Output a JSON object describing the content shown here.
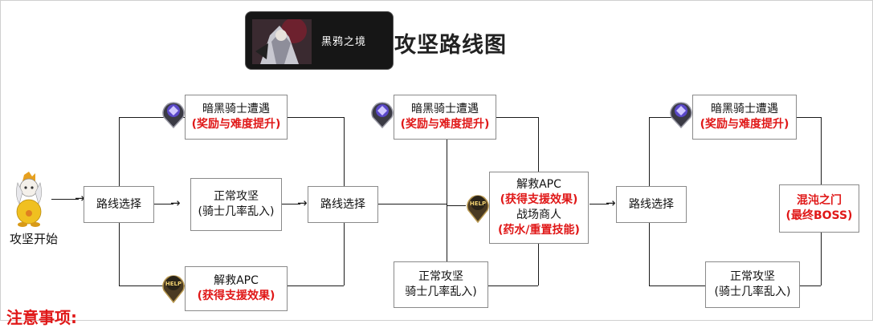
{
  "header": {
    "banner_name": "黑鸦之境",
    "title": "攻坚路线图"
  },
  "start": {
    "label": "攻坚开始"
  },
  "nodes": {
    "route_select_1": "路线选择",
    "normal_1": {
      "line1": "正常攻坚",
      "line2": "(骑士几率乱入)"
    },
    "dark_knight_1": {
      "line1": "暗黑骑士遭遇",
      "line2": "(奖励与难度提升)"
    },
    "rescue_1": {
      "line1": "解救APC",
      "line2": "(获得支援效果)"
    },
    "route_select_2": "路线选择",
    "dark_knight_2": {
      "line1": "暗黑骑士遭遇",
      "line2": "(奖励与难度提升)"
    },
    "normal_2": {
      "line1": "正常攻坚",
      "line2": "骑士几率乱入)"
    },
    "rescue_merchant": {
      "line1": "解救APC",
      "line2": "(获得支援效果)",
      "line3": "战场商人",
      "line4": "(药水/重置技能)"
    },
    "route_select_3": "路线选择",
    "dark_knight_3": {
      "line1": "暗黑骑士遭遇",
      "line2": "(奖励与难度提升)"
    },
    "normal_3": {
      "line1": "正常攻坚",
      "line2": "(骑士几率乱入)"
    },
    "chaos_gate": {
      "line1": "混沌之门",
      "line2": "(最终BOSS)"
    }
  },
  "icons": {
    "help_text": "HELP"
  },
  "notes": {
    "label": "注意事项:"
  },
  "colors": {
    "accent_red": "#e01818",
    "line": "#1a1a1a",
    "box_border": "#8a8a8a",
    "banner_bg": "#161616"
  }
}
